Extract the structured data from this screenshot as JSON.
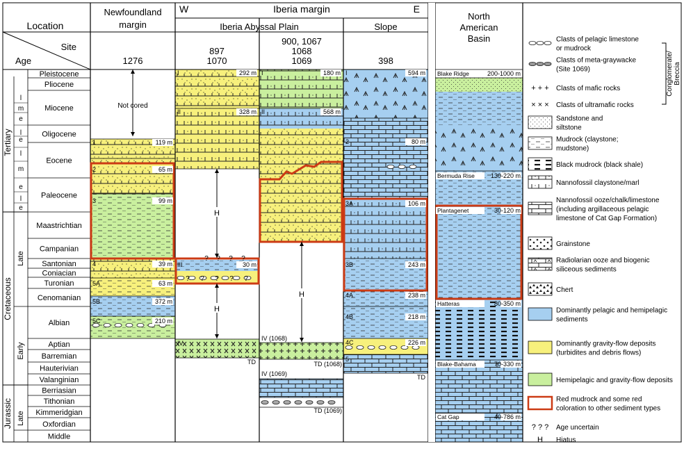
{
  "header": {
    "location": "Location",
    "site": "Site",
    "age": "Age",
    "newfoundland": [
      "Newfoundland",
      "margin"
    ],
    "west": "W",
    "iberia": "Iberia margin",
    "east": "E",
    "abyssal_plain": "Iberia Abyssal Plain",
    "slope": "Slope",
    "site_1276": "1276",
    "site_897": [
      "897",
      "1070"
    ],
    "site_900": [
      "900, 1067",
      "1068",
      "1069"
    ],
    "site_398": "398",
    "north_american": [
      "North",
      "American",
      "Basin"
    ]
  },
  "ages": {
    "periods": [
      "Tertiary",
      "Cretaceous",
      "Jurassic"
    ],
    "subperiods": [
      "Late",
      "Early",
      "Late"
    ],
    "epoch_marks": [
      "l",
      "m",
      "e",
      "l",
      "e",
      "l",
      "m",
      "e",
      "l",
      "e"
    ],
    "stages": [
      "Pleistocene",
      "Pliocene",
      "Miocene",
      "Oligocene",
      "Eocene",
      "Paleocene",
      "Maastrichtian",
      "Campanian",
      "Santonian",
      "Coniacian",
      "Turonian",
      "Cenomanian",
      "Albian",
      "Aptian",
      "Barremian",
      "Hauterivian",
      "Valanginian",
      "Berriasian",
      "Tithonian",
      "Kimmeridgian",
      "Oxfordian",
      "Middle"
    ]
  },
  "columns": {
    "c1276": {
      "not_cored": "Not cored",
      "units": [
        {
          "label": "1",
          "depth": "119 m"
        },
        {
          "label": "2",
          "depth": "65 m"
        },
        {
          "label": "3",
          "depth": "99 m"
        },
        {
          "label": "4",
          "depth": "39 m"
        },
        {
          "label": "5A",
          "depth": "63 m"
        },
        {
          "label": "5B",
          "depth": "372 m"
        },
        {
          "label": "5C",
          "depth": "210 m"
        }
      ]
    },
    "c897": {
      "units": [
        {
          "label": "I",
          "depth": "292 m"
        },
        {
          "label": "II",
          "depth": "328 m"
        },
        {
          "label": "III",
          "depth": "30 m"
        },
        {
          "label": "IV",
          "depth": ""
        }
      ],
      "hiatus": "H",
      "qmarks": "?",
      "td": "TD"
    },
    "c900": {
      "units": [
        {
          "label": "I",
          "depth": "180 m"
        },
        {
          "label": "II",
          "depth": "568 m"
        },
        {
          "label": "IV (1068)",
          "depth": ""
        },
        {
          "label": "IV (1069)",
          "depth": ""
        }
      ],
      "hiatus": "H",
      "td_1068": "TD (1068)",
      "td_1069": "TD (1069)"
    },
    "c398": {
      "units": [
        {
          "label": "I",
          "depth": "594 m"
        },
        {
          "label": "2",
          "depth": "80 m"
        },
        {
          "label": "3A",
          "depth": "106 m"
        },
        {
          "label": "3B",
          "depth": "243 m"
        },
        {
          "label": "4A",
          "depth": "238 m"
        },
        {
          "label": "4B",
          "depth": "218 m"
        },
        {
          "label": "4C",
          "depth": "226 m"
        },
        {
          "label": "5",
          "depth": ""
        }
      ],
      "td": "TD"
    },
    "cNA": {
      "units": [
        {
          "label": "Blake Ridge",
          "depth": "200-1000  m"
        },
        {
          "label": "Bermuda Rise",
          "depth": "130-220  m"
        },
        {
          "label": "Plantagenet",
          "depth": "30-120  m"
        },
        {
          "label": "Hatteras",
          "depth": "80-350  m"
        },
        {
          "label": "Blake-Bahama",
          "depth": "70-330  m"
        },
        {
          "label": "Cat Gap",
          "depth": "40-786  m"
        }
      ]
    }
  },
  "legend": {
    "conglomerate_label": [
      "Conglomerate/",
      "Breccia"
    ],
    "items": [
      {
        "key": "pelagic-limestone-clasts",
        "lines": [
          "Clasts of pelagic limestone",
          "or mudrock"
        ]
      },
      {
        "key": "meta-graywacke-clasts",
        "lines": [
          "Clasts of meta-graywacke",
          "(Site 1069)"
        ]
      },
      {
        "key": "mafic-clasts",
        "lines": [
          "Clasts of mafic rocks"
        ]
      },
      {
        "key": "ultramafic-clasts",
        "lines": [
          "Clasts of ultramafic rocks"
        ]
      },
      {
        "key": "sandstone",
        "lines": [
          "Sandstone and",
          "siltstone"
        ]
      },
      {
        "key": "mudrock",
        "lines": [
          "Mudrock (claystone;",
          "mudstone)"
        ]
      },
      {
        "key": "black-mudrock",
        "lines": [
          "Black mudrock (black shale)"
        ]
      },
      {
        "key": "nannofossil-claystone",
        "lines": [
          "Nannofossil claystone/marl"
        ]
      },
      {
        "key": "nannofossil-ooze",
        "lines": [
          "Nannofossil ooze/chalk/limestone",
          "(including argillaceous pelagic",
          "limestone of Cat Gap Formation)"
        ]
      },
      {
        "key": "grainstone",
        "lines": [
          "Grainstone"
        ]
      },
      {
        "key": "radiolarian-ooze",
        "lines": [
          "Radiolarian ooze and biogenic",
          "siliceous sediments"
        ]
      },
      {
        "key": "chert",
        "lines": [
          "Chert"
        ]
      },
      {
        "key": "pelagic-fill",
        "lines": [
          "Dominantly pelagic and hemipelagic",
          " sediments"
        ]
      },
      {
        "key": "gravity-fill",
        "lines": [
          "Dominantly gravity-flow deposits",
          "(turbidites and debris flows)"
        ]
      },
      {
        "key": "hemipelagic-fill",
        "lines": [
          "Hemipelagic and gravity-flow deposits"
        ]
      },
      {
        "key": "red-mudrock",
        "lines": [
          "Red mudrock and some red",
          "coloration to other sediment types"
        ]
      },
      {
        "key": "age-uncertain",
        "lines": [
          "Age uncertain"
        ]
      },
      {
        "key": "hiatus",
        "lines": [
          "Hiatus"
        ]
      }
    ],
    "symbols": {
      "mafic": "+  +  +",
      "ultramafic": "×  ×  ×",
      "uncertain": "?  ?  ?",
      "hiatus": "H"
    }
  },
  "colors": {
    "pelagic": "#a6cff0",
    "gravity": "#f7f07c",
    "hemipelagic": "#c9ef9e",
    "red": "#cc3b14",
    "line": "#000000"
  }
}
